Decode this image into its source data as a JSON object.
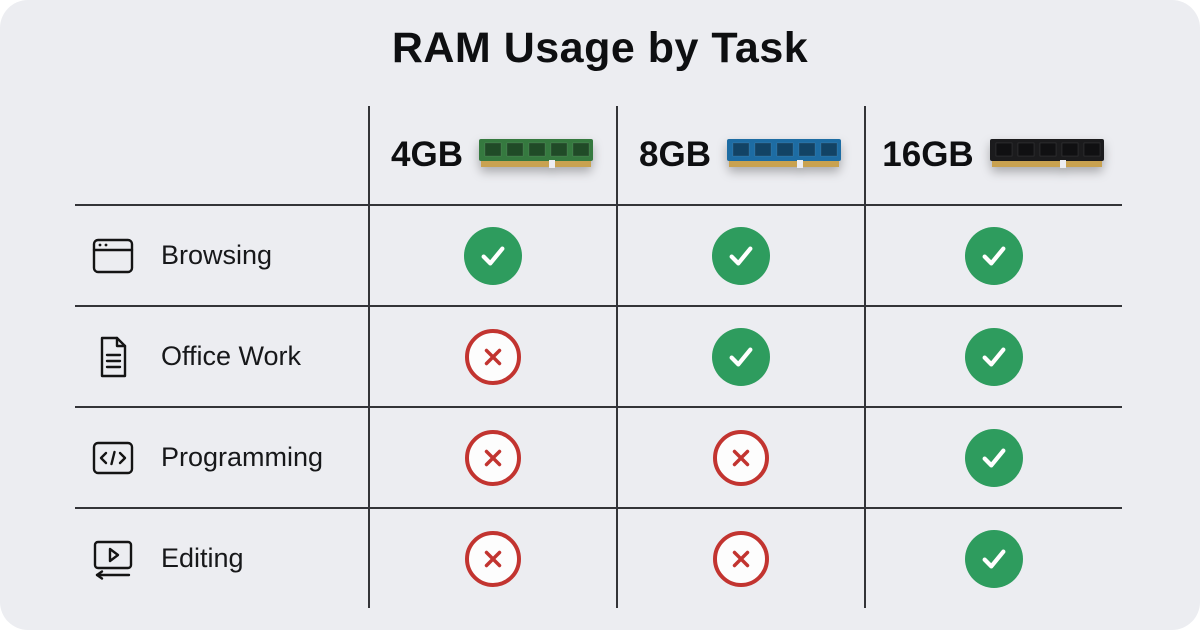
{
  "title": "RAM Usage by Task",
  "table": {
    "columns": [
      {
        "label": "4GB",
        "ram_icon": "ram-stick-green-icon",
        "ram_color": "#35793f"
      },
      {
        "label": "8GB",
        "ram_icon": "ram-stick-blue-icon",
        "ram_color": "#1d6ca3"
      },
      {
        "label": "16GB",
        "ram_icon": "ram-stick-black-icon",
        "ram_color": "#1b1b1d"
      }
    ],
    "rows": [
      {
        "label": "Browsing",
        "icon": "browser-window-icon",
        "values": [
          "yes",
          "yes",
          "yes"
        ]
      },
      {
        "label": "Office Work",
        "icon": "document-icon",
        "values": [
          "no",
          "yes",
          "yes"
        ]
      },
      {
        "label": "Programming",
        "icon": "code-window-icon",
        "values": [
          "no",
          "no",
          "yes"
        ]
      },
      {
        "label": "Editing",
        "icon": "video-editor-icon",
        "values": [
          "no",
          "no",
          "yes"
        ]
      }
    ],
    "marks": {
      "yes": "green-check-circle",
      "no": "red-cross-circle"
    }
  },
  "colors": {
    "background": "#ecedf1",
    "check_green": "#2e9c5e",
    "cross_red": "#c23430",
    "grid_line": "#333438",
    "pin_gold": "#c9a250",
    "title_text": "#0e0f11"
  },
  "chart_data": {
    "type": "table",
    "title": "RAM Usage by Task",
    "columns": [
      "4GB",
      "8GB",
      "16GB"
    ],
    "row_labels": [
      "Browsing",
      "Office Work",
      "Programming",
      "Editing"
    ],
    "values": [
      [
        "yes",
        "yes",
        "yes"
      ],
      [
        "no",
        "yes",
        "yes"
      ],
      [
        "no",
        "no",
        "yes"
      ],
      [
        "no",
        "no",
        "yes"
      ]
    ],
    "cell_encoding": {
      "yes": "check",
      "no": "cross"
    },
    "legend_position": "none",
    "grid": "on"
  }
}
